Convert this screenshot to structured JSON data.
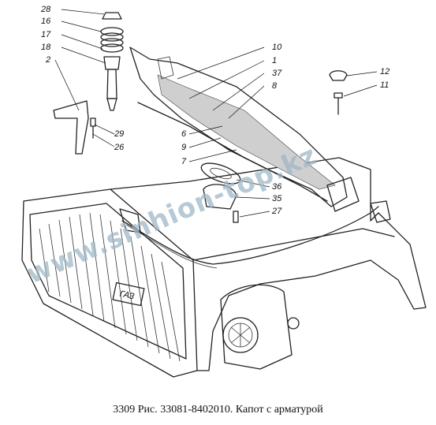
{
  "caption": "3309 Рис. 33081-8402010. Капот с арматурой",
  "watermark": "www.sinhion-top.kz",
  "emblem_text": "ГАЗ",
  "callouts": [
    "28",
    "16",
    "17",
    "18",
    "2",
    "29",
    "26",
    "10",
    "1",
    "37",
    "8",
    "6",
    "9",
    "7",
    "12",
    "11",
    "36",
    "35",
    "27"
  ],
  "colors": {
    "line": "#222222",
    "watermark": "#9fb8c8",
    "background": "#ffffff"
  }
}
